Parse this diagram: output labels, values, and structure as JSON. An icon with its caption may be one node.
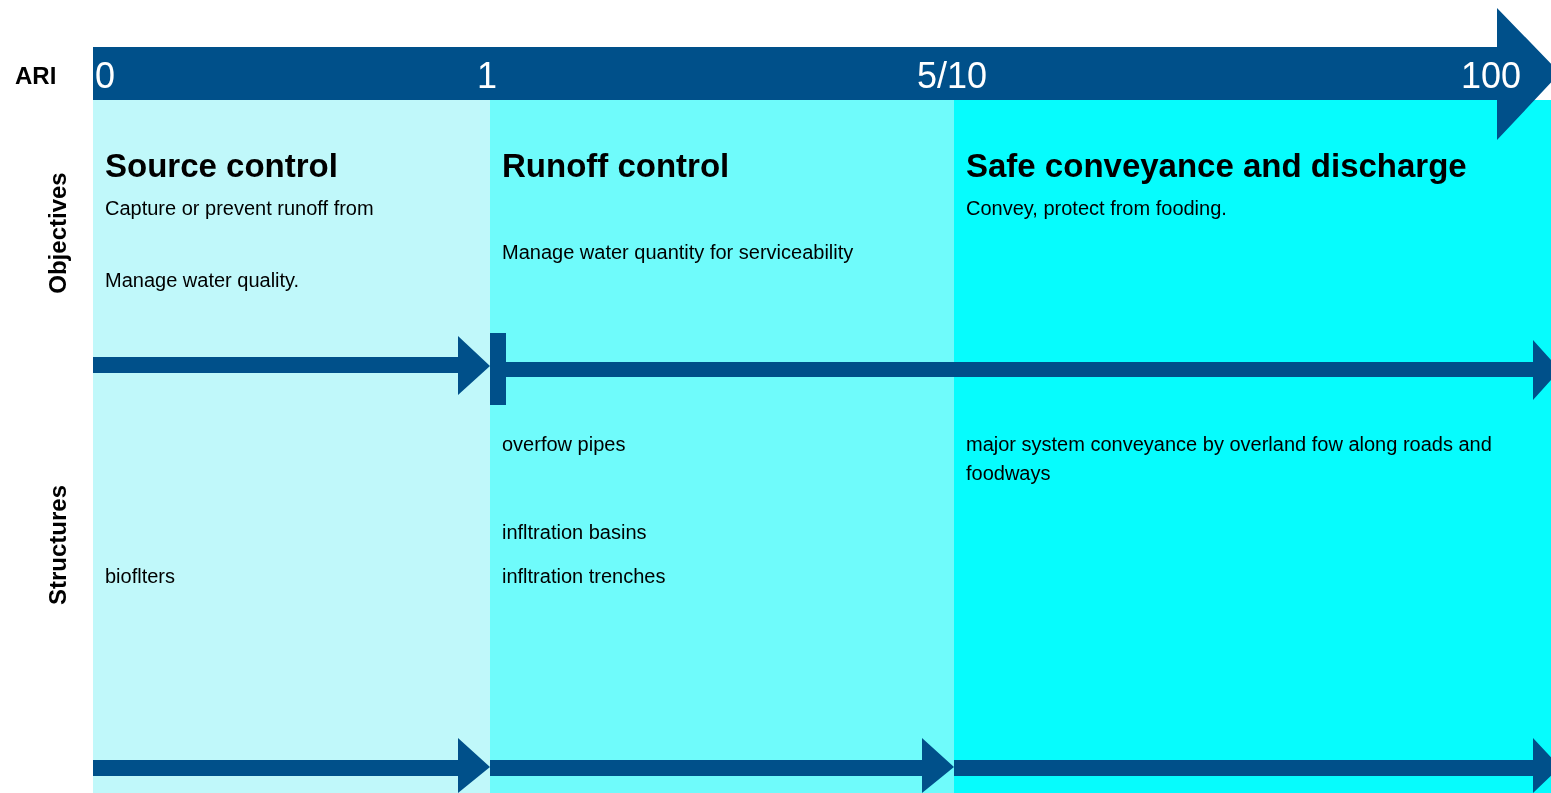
{
  "diagram": {
    "nodes": [
      {
        "text": [
          "Source control",
          "Capture or prevent runoff from",
          "Manage water quality.",
          "bioflters"
        ]
      },
      {
        "text": [
          "Runoff control",
          "Manage water quantity for serviceability",
          "overfow pipes",
          "infltration basins",
          "infltration trenches"
        ]
      },
      {
        "text": [
          "Safe conveyance and discharge",
          "Convey, protect from fooding.",
          "major system conveyance by overland fow along roads and foodways"
        ]
      }
    ],
    "edges": [],
    "labels": [
      "ARI",
      "0",
      "1",
      "5/10",
      "100",
      "Objectives",
      "Structures"
    ]
  }
}
